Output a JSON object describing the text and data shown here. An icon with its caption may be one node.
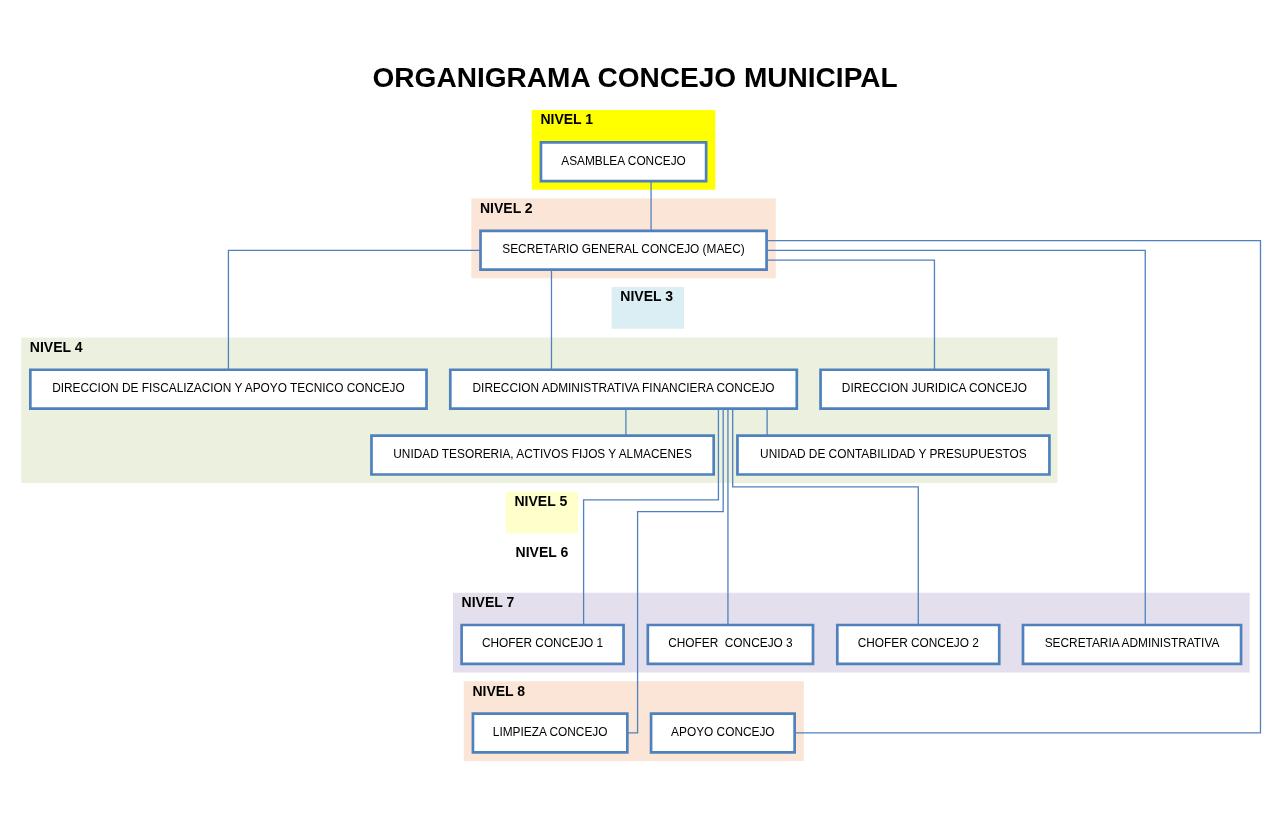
{
  "diagram": {
    "title": "ORGANIGRAMA CONCEJO MUNICIPAL",
    "nodes": [
      {
        "text": [
          "NIVEL 1"
        ]
      },
      {
        "text": [
          "ASAMBLEA CONCEJO"
        ],
        "in": 0
      },
      {
        "text": [
          "NIVEL 2"
        ]
      },
      {
        "text": [
          "SECRETARIO GENERAL CONCEJO (MAEC)"
        ],
        "in": 2
      },
      {
        "text": [
          "NIVEL 3"
        ]
      },
      {
        "text": [
          "NIVEL 4"
        ]
      },
      {
        "text": [
          "DIRECCION JURIDICA CONCEJO"
        ],
        "in": 5
      },
      {
        "text": [
          "DIRECCION ADMINISTRATIVA FINANCIERA CONCEJO"
        ],
        "in": 5
      },
      {
        "text": [
          "DIRECCION DE FISCALIZACION Y APOYO TECNICO CONCEJO"
        ],
        "in": 5
      },
      {
        "text": [
          "UNIDAD TESORERIA, ACTIVOS FIJOS Y ALMACENES"
        ],
        "in": 5
      },
      {
        "text": [
          "UNIDAD DE CONTABILIDAD Y PRESUPUESTOS"
        ],
        "in": 5
      },
      {
        "text": [
          "NIVEL 5"
        ]
      },
      {
        "text": [
          "NIVEL 6"
        ]
      },
      {
        "text": [
          "NIVEL 7"
        ]
      },
      {
        "text": [
          "SECRETARIA ADMINISTRATIVA"
        ],
        "in": 13
      },
      {
        "text": [
          "CHOFER CONCEJO 1"
        ],
        "in": 13
      },
      {
        "text": [
          "CHOFER CONCEJO 2"
        ],
        "in": 13
      },
      {
        "text": [
          "CHOFER  CONCEJO 3"
        ],
        "in": 13
      },
      {
        "text": [
          "NIVEL 8"
        ]
      },
      {
        "text": [
          "LIMPIEZA CONCEJO"
        ],
        "in": 18
      },
      {
        "text": [
          "APOYO CONCEJO"
        ],
        "in": 18
      }
    ],
    "edges": [
      {
        "from": 1,
        "to": 3,
        "arrow": "none"
      },
      {
        "from": 3,
        "to": 14,
        "arrow": "none"
      },
      {
        "from": 3,
        "to": 6,
        "arrow": "none"
      },
      {
        "from": 3,
        "to": 7,
        "arrow": "none"
      },
      {
        "from": 3,
        "to": 8,
        "arrow": "none"
      },
      {
        "from": 3,
        "to": 20,
        "arrow": "none"
      },
      {
        "from": 7,
        "to": 9,
        "arrow": "none"
      },
      {
        "from": 7,
        "to": 10,
        "arrow": "none"
      },
      {
        "from": 7,
        "to": 19,
        "arrow": "none"
      },
      {
        "from": 7,
        "to": 15,
        "arrow": "none"
      },
      {
        "from": 7,
        "to": 16,
        "arrow": "none"
      },
      {
        "from": 7,
        "to": 17,
        "arrow": "none"
      }
    ]
  }
}
